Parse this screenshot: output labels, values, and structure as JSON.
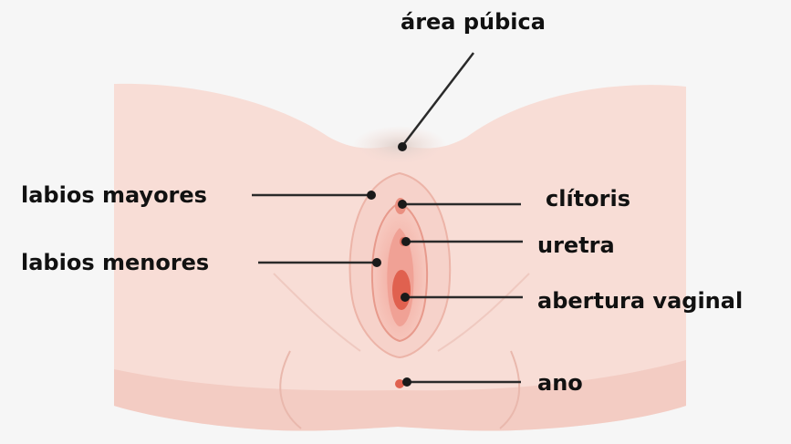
{
  "labels": {
    "area_pubica": "área púbica",
    "labios_mayores": "labios mayores",
    "labios_menores": "labios menores",
    "clitoris": "clítoris",
    "uretra": "uretra",
    "abertura_vaginal": "abertura vaginal",
    "ano": "ano"
  },
  "colors": {
    "background": "#f6f6f6",
    "skin": "#f8ddd6",
    "skin_shadow": "#f1c5bb",
    "tissue": "#ef9c90",
    "tissue_dark": "#e0614f",
    "leader": "#2a2a2a"
  }
}
